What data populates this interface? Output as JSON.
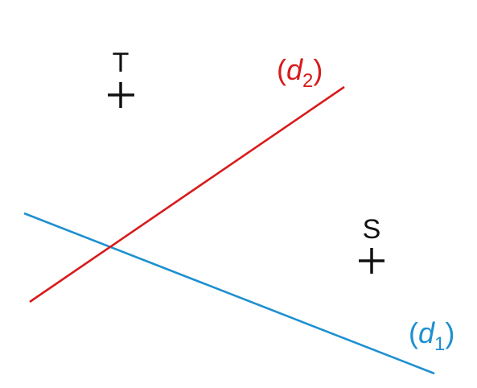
{
  "points": [
    {
      "id": "T",
      "label": "T"
    },
    {
      "id": "S",
      "label": "S"
    }
  ],
  "lines": [
    {
      "id": "d1",
      "open": "(",
      "var": "d",
      "sub": "1",
      "close": ")",
      "color": "#1e90d0"
    },
    {
      "id": "d2",
      "open": "(",
      "var": "d",
      "sub": "2",
      "close": ")",
      "color": "#d81b1b"
    }
  ]
}
